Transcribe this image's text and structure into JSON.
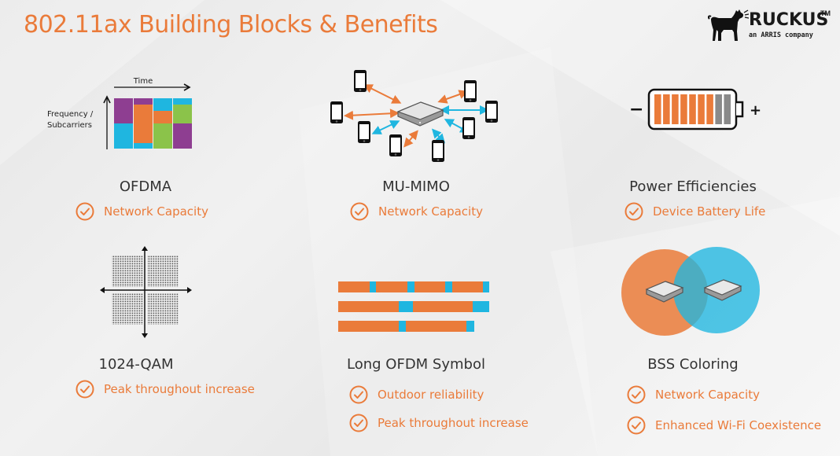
{
  "slide": {
    "title": "802.11ax Building Blocks & Benefits",
    "accent_color": "#ea7b3a",
    "secondary_color": "#1fb6e0",
    "logo": {
      "brand": "RUCKUS",
      "trademark": "TM",
      "tagline": "an ARRIS company",
      "icon": "barking-dog-icon"
    }
  },
  "blocks": [
    {
      "heading": "OFDMA",
      "illustration": "ofdma-time-frequency-grid",
      "axis_x_label": "Time",
      "axis_y_label_line1": "Frequency /",
      "axis_y_label_line2": "Subcarriers",
      "benefits": [
        "Network Capacity"
      ]
    },
    {
      "heading": "MU-MIMO",
      "illustration": "access-point-with-phones",
      "benefits": [
        "Network Capacity"
      ]
    },
    {
      "heading": "Power Efficiencies",
      "illustration": "battery",
      "battery_minus": "−",
      "battery_plus": "+",
      "battery_charged_cells": 7,
      "battery_total_cells": 9,
      "benefits": [
        "Device Battery Life"
      ]
    },
    {
      "heading": "1024-QAM",
      "illustration": "qam-constellation",
      "benefits": [
        "Peak throughout increase"
      ]
    },
    {
      "heading": "Long OFDM Symbol",
      "illustration": "symbol-bars",
      "benefits": [
        "Outdoor reliability",
        "Peak throughout increase"
      ]
    },
    {
      "heading": "BSS Coloring",
      "illustration": "overlapping-bss-circles",
      "benefits": [
        "Network Capacity",
        "Enhanced Wi-Fi Coexistence"
      ]
    }
  ]
}
